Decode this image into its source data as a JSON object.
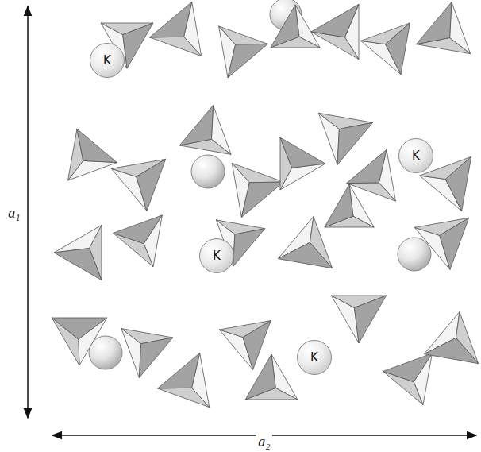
{
  "diagram": {
    "nodes": [
      {
        "text": [
          "K"
        ]
      },
      {
        "text": [
          "K"
        ]
      },
      {
        "text": [
          "K"
        ]
      },
      {
        "text": [
          "K"
        ]
      }
    ],
    "labels": [
      "a₁",
      "a₂"
    ]
  }
}
